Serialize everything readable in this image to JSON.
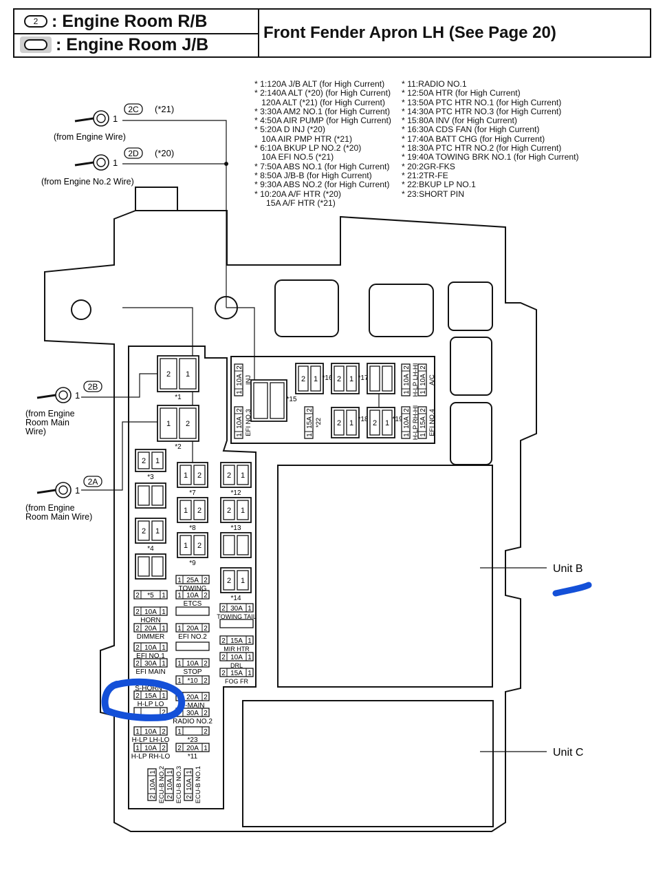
{
  "header": {
    "symbol_rb": "2",
    "engine_room_rb": ": Engine Room R/B",
    "engine_room_jb": ": Engine Room J/B",
    "location": "Front Fender Apron LH (See Page 20)"
  },
  "notes_left": [
    "* 1:120A J/B ALT (for High Current)",
    "* 2:140A ALT (*20) (for High Current)",
    "   120A ALT (*21) (for High Current)",
    "* 3:30A AM2 NO.1 (for High Current)",
    "* 4:50A AIR PUMP (for High Current)",
    "* 5:20A D INJ (*20)",
    "   10A AIR PMP HTR (*21)",
    "* 6:10A BKUP LP NO.2 (*20)",
    "   10A EFI NO.5 (*21)",
    "* 7:50A ABS NO.1 (for High Current)",
    "* 8:50A J/B-B (for High Current)",
    "* 9:30A ABS NO.2 (for High Current)",
    "* 10:20A A/F HTR (*20)",
    "     15A A/F HTR (*21)"
  ],
  "notes_right": [
    "* 11:RADIO NO.1",
    "* 12:50A HTR (for High Current)",
    "* 13:50A PTC HTR NO.1 (for High Current)",
    "* 14:30A PTC HTR NO.3 (for High Current)",
    "* 15:80A INV (for High Current)",
    "* 16:30A CDS FAN (for High Current)",
    "* 17:40A BATT CHG (for High Current)",
    "* 18:30A PTC HTR NO.2 (for High Current)",
    "* 19:40A TOWING BRK NO.1 (for High Current)",
    "* 20:2GR-FKS",
    "* 21:2TR-FE",
    "* 22:BKUP LP NO.1",
    "* 23:SHORT PIN"
  ],
  "connectors": {
    "c2c": {
      "id": "2C",
      "pin": "1",
      "note": "(*21)",
      "source": "(from Engine Wire)"
    },
    "c2d": {
      "id": "2D",
      "pin": "1",
      "note": "(*20)",
      "source": "(from Engine No.2 Wire)"
    },
    "c2b": {
      "id": "2B",
      "pin": "1",
      "source_lines": [
        "(from Engine",
        "Room Main",
        "Wire)"
      ]
    },
    "c2a": {
      "id": "2A",
      "pin": "1",
      "source_lines": [
        "(from Engine",
        "Room Main Wire)"
      ]
    }
  },
  "units": {
    "unit_b": "Unit B",
    "unit_c": "Unit C"
  },
  "relays": {
    "r1": "*1",
    "r2": "*2",
    "r3": "*3",
    "r4": "*4",
    "r7": "*7",
    "r8": "*8",
    "r9": "*9",
    "r12": "*12",
    "r13": "*13",
    "r14": "*14",
    "pin1": "1",
    "pin2": "2"
  },
  "fuses_left": [
    {
      "l": "2",
      "v": "*5",
      "r": "1",
      "name": ""
    },
    {
      "l": "2",
      "v": "10A",
      "r": "1",
      "name": "HORN"
    },
    {
      "l": "2",
      "v": "20A",
      "r": "1",
      "name": "DIMMER"
    },
    {
      "l": "2",
      "v": "10A",
      "r": "1",
      "name": "EFI NO.1"
    },
    {
      "l": "2",
      "v": "30A",
      "r": "1",
      "name": "EFI MAIN"
    },
    {
      "l": "",
      "v": "",
      "r": "",
      "name": "S-HORN"
    },
    {
      "l": "2",
      "v": "15A",
      "r": "1",
      "name": "H-LP LO"
    },
    {
      "l": "",
      "v": "",
      "r": "2",
      "name": ""
    },
    {
      "l": "1",
      "v": "10A",
      "r": "2",
      "name": "H-LP LH-LO"
    },
    {
      "l": "1",
      "v": "10A",
      "r": "2",
      "name": "H-LP RH-LO"
    }
  ],
  "fuses_mid": [
    {
      "l": "1",
      "v": "25A",
      "r": "2",
      "name": "TOWING"
    },
    {
      "l": "1",
      "v": "10A",
      "r": "2",
      "name": "ETCS"
    },
    {
      "l": "1",
      "v": "20A",
      "r": "2",
      "name": "EFI NO.2"
    },
    {
      "l": "1",
      "v": "10A",
      "r": "2",
      "name": "STOP"
    },
    {
      "l": "1",
      "v": "*10",
      "r": "2",
      "name": ""
    },
    {
      "l": "",
      "v": "20A",
      "r": "2",
      "name": "P-MAIN"
    },
    {
      "l": "",
      "v": "30A",
      "r": "2",
      "name": "RADIO NO.2"
    },
    {
      "l": "1",
      "v": "",
      "r": "2",
      "name": "*23"
    },
    {
      "l": "2",
      "v": "20A",
      "r": "1",
      "name": "*11"
    }
  ],
  "fuses_right": [
    {
      "l": "2",
      "v": "30A",
      "r": "1",
      "name": "TOWING TAIL"
    },
    {
      "l": "2",
      "v": "15A",
      "r": "1",
      "name": "MIR HTR"
    },
    {
      "l": "2",
      "v": "10A",
      "r": "1",
      "name": "DRL"
    },
    {
      "l": "2",
      "v": "15A",
      "r": "1",
      "name": "FOG FR"
    }
  ],
  "fuses_bottom": [
    {
      "v": "10A",
      "name": "ECU-B NO.2"
    },
    {
      "v": "10A",
      "name": "ECU-B NO.3"
    },
    {
      "v": "10A",
      "name": "ECU-B NO.1"
    }
  ],
  "fuses_top": [
    {
      "v": "10A",
      "name": "INJ"
    },
    {
      "v": "10A",
      "name": "EFI NO.3"
    },
    {
      "v": "15A",
      "name": "*22"
    },
    {
      "v": "10A",
      "name": "H-LP LH-HI"
    },
    {
      "v": "10A",
      "name": "A/C"
    },
    {
      "v": "10A",
      "name": "H-LP RH-HI"
    },
    {
      "v": "15A",
      "name": "EFI NO.4"
    }
  ],
  "top_relays": {
    "r15": "*15",
    "r16": "*16",
    "r17": "*17",
    "r18": "*18",
    "r19": "*19"
  },
  "annotation_color": "#1450d8"
}
